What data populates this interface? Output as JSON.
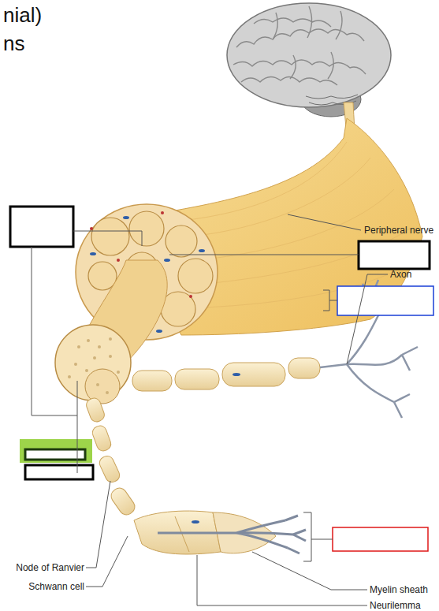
{
  "diagram": {
    "labels": [
      "nial)",
      "ns",
      "Peripheral nerve",
      "Axon",
      "Node of Ranvier",
      "Schwann cell",
      "Myelin sheath",
      "Neurilemma"
    ]
  }
}
